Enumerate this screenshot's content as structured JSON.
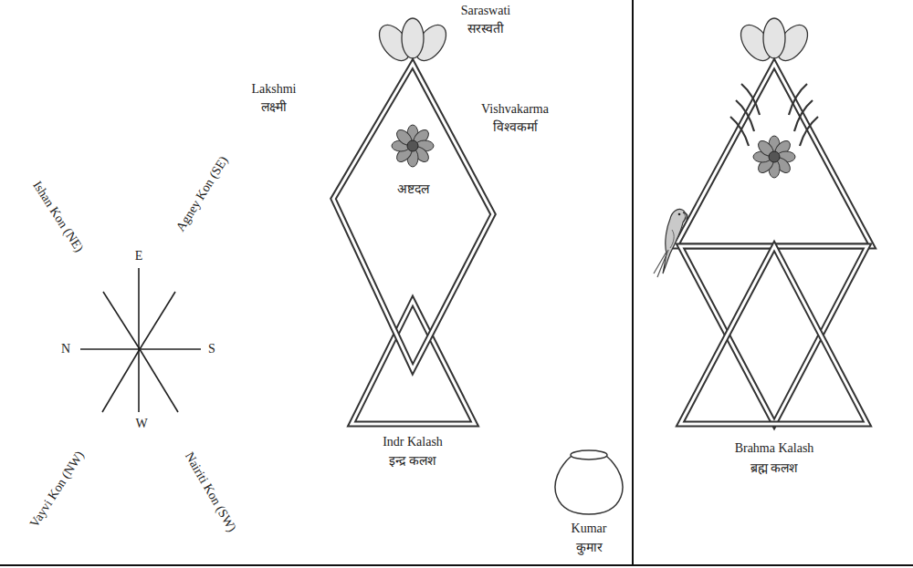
{
  "diagram": {
    "nodes": [
      {
        "text": [
          "अष्टदल"
        ]
      }
    ],
    "labels": [
      "E",
      "N",
      "S",
      "W",
      "Ishan Kon (NE)",
      "Agney Kon (SE)",
      "Vayvi Kon (NW)",
      "Nairiti Kon (SW)",
      "Saraswati",
      "सरस्वती",
      "Lakshmi",
      "लक्ष्मी",
      "Vishvakarma",
      "विश्वकर्मा",
      "Indr Kalash",
      "इन्द्र कलश",
      "Kumar",
      "कुमार",
      "Brahma Kalash",
      "ब्रह्म कलश"
    ]
  }
}
